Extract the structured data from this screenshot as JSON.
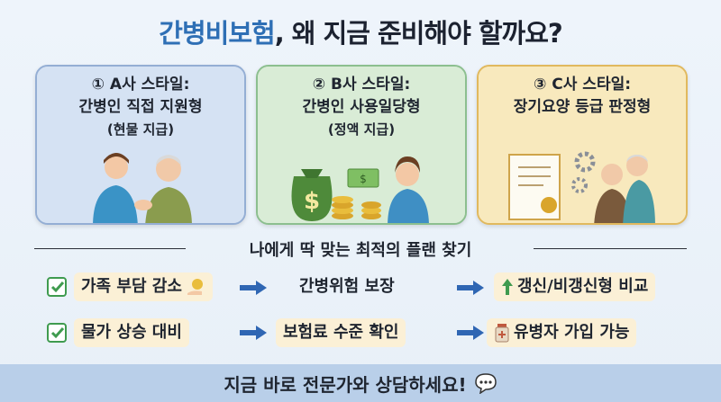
{
  "title": {
    "accent": "간병비보험",
    "rest": ", 왜 지금 준비해야 할까요?"
  },
  "cards": [
    {
      "line1": "① A사 스타일:",
      "line2": "간병인 직접 지원형",
      "line3": "(현물 지급)"
    },
    {
      "line1": "② B사 스타일:",
      "line2": "간병인 사용일당형",
      "line3": "(정액 지급)"
    },
    {
      "line1": "③ C사 스타일:",
      "line2": "장기요양 등급 판정형",
      "line3": ""
    }
  ],
  "find_plan": "나에게 딱 맞는 최적의 플랜 찾기",
  "row1": {
    "item1": "가족 부담 감소",
    "item2": "간병위험 보장",
    "item3": "갱신/비갱신형 비교"
  },
  "row2": {
    "item1": "물가 상승 대비",
    "item2": "보험료 수준 확인",
    "item3": "유병자 가입 가능"
  },
  "footer": "지금 바로 전문가와 상담하세요!",
  "colors": {
    "accent": "#2e6fb5",
    "check": "#3f9b4f",
    "arrow": "#2f66b3",
    "footer_bg": "#b9cfe9"
  },
  "icons": [
    "caregiver-elderly-illustration",
    "money-bag-illustration",
    "nurse-illustration",
    "certificate-illustration",
    "gears-icon",
    "elderly-couple-illustration",
    "checkbox-icon",
    "coin-hand-icon",
    "up-arrow-icon",
    "medicine-bottle-icon",
    "speech-bubble-icon"
  ]
}
